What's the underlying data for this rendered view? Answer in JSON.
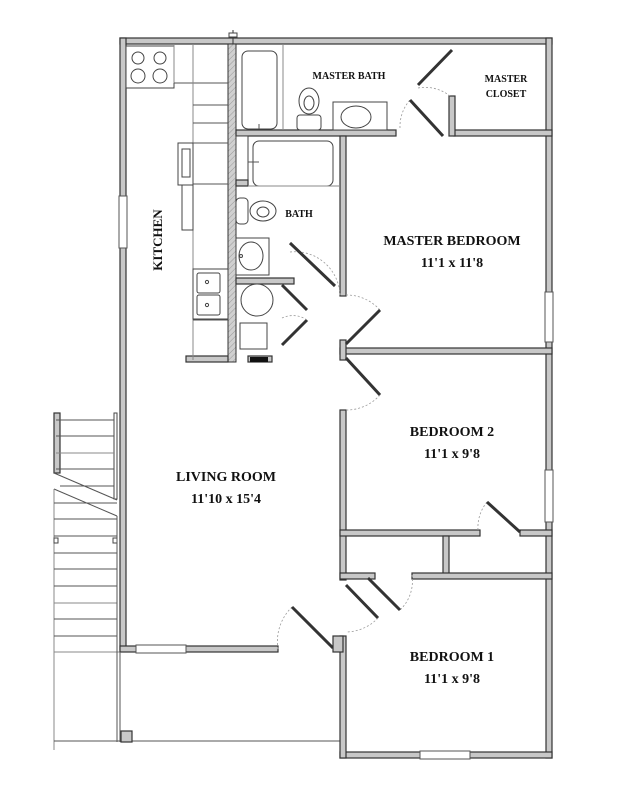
{
  "floor_plan": {
    "rooms": [
      {
        "id": "master-bath",
        "name": "MASTER BATH",
        "dimensions": ""
      },
      {
        "id": "master-closet",
        "name_line1": "MASTER",
        "name_line2": "CLOSET",
        "dimensions": ""
      },
      {
        "id": "master-bedroom",
        "name": "MASTER BEDROOM",
        "dimensions": "11'1 x 11'8"
      },
      {
        "id": "bath",
        "name": "BATH",
        "dimensions": ""
      },
      {
        "id": "kitchen",
        "name": "KITCHEN",
        "dimensions": ""
      },
      {
        "id": "bedroom-2",
        "name": "BEDROOM 2",
        "dimensions": "11'1 x 9'8"
      },
      {
        "id": "living-room",
        "name": "LIVING ROOM",
        "dimensions": "11'10 x 15'4"
      },
      {
        "id": "bedroom-1",
        "name": "BEDROOM 1",
        "dimensions": "11'1 x 9'8"
      }
    ],
    "colors": {
      "wall_fill": "#c8c8c8",
      "wall_stroke": "#333333",
      "background": "#ffffff",
      "text": "#111111"
    }
  }
}
